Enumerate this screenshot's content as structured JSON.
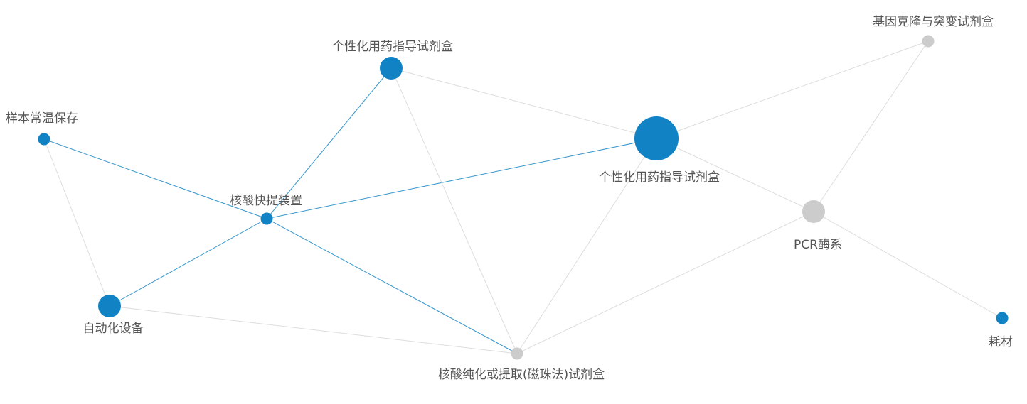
{
  "colors": {
    "highlight": "#1182c3",
    "muted": "#cccccc",
    "edge_highlight": "#1182c3",
    "edge_muted": "#dddddd",
    "label": "#555555"
  },
  "graph": {
    "nodes": [
      {
        "id": "n0",
        "label": "个性化用药指导试剂盒",
        "highlighted": true,
        "weight": 4
      },
      {
        "id": "n1",
        "label": "个性化用药指导试剂盒",
        "highlighted": true,
        "weight": 2
      },
      {
        "id": "n2",
        "label": "基因克隆与突变试剂盒",
        "highlighted": false,
        "weight": 1
      },
      {
        "id": "n3",
        "label": "样本常温保存",
        "highlighted": true,
        "weight": 1
      },
      {
        "id": "n4",
        "label": "核酸快提装置",
        "highlighted": true,
        "weight": 1
      },
      {
        "id": "n5",
        "label": "PCR酶系",
        "highlighted": false,
        "weight": 2
      },
      {
        "id": "n6",
        "label": "自动化设备",
        "highlighted": true,
        "weight": 2
      },
      {
        "id": "n7",
        "label": "耗材",
        "highlighted": true,
        "weight": 1
      },
      {
        "id": "n8",
        "label": "核酸纯化或提取(磁珠法)试剂盒",
        "highlighted": false,
        "weight": 1
      }
    ],
    "edges": [
      {
        "source": "n4",
        "target": "n1",
        "highlighted": true
      },
      {
        "source": "n4",
        "target": "n0",
        "highlighted": true
      },
      {
        "source": "n4",
        "target": "n3",
        "highlighted": true
      },
      {
        "source": "n4",
        "target": "n6",
        "highlighted": true
      },
      {
        "source": "n4",
        "target": "n8",
        "highlighted": true
      },
      {
        "source": "n1",
        "target": "n0",
        "highlighted": false
      },
      {
        "source": "n1",
        "target": "n8",
        "highlighted": false
      },
      {
        "source": "n0",
        "target": "n2",
        "highlighted": false
      },
      {
        "source": "n0",
        "target": "n5",
        "highlighted": false
      },
      {
        "source": "n0",
        "target": "n8",
        "highlighted": false
      },
      {
        "source": "n2",
        "target": "n5",
        "highlighted": false
      },
      {
        "source": "n5",
        "target": "n7",
        "highlighted": false
      },
      {
        "source": "n5",
        "target": "n8",
        "highlighted": false
      },
      {
        "source": "n3",
        "target": "n6",
        "highlighted": false
      },
      {
        "source": "n6",
        "target": "n8",
        "highlighted": false
      }
    ]
  }
}
